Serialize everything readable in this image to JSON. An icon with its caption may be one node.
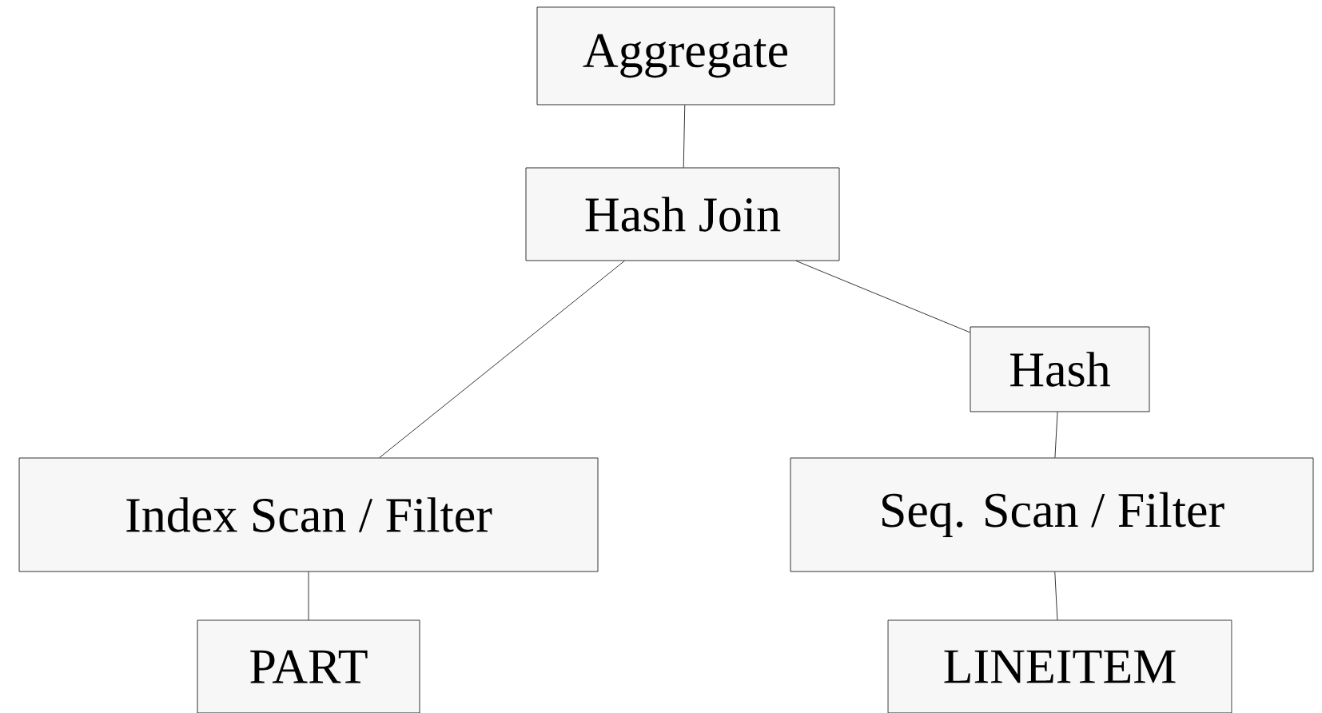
{
  "diagram": {
    "nodes": [
      {
        "text": [
          "Aggregate"
        ]
      },
      {
        "text": [
          "Hash Join"
        ]
      },
      {
        "text": [
          "Hash"
        ]
      },
      {
        "text": [
          "Index Scan / Filter"
        ]
      },
      {
        "text": [
          "Seq. Scan / Filter"
        ]
      },
      {
        "text": [
          "PART"
        ]
      },
      {
        "text": [
          "LINEITEM"
        ]
      }
    ],
    "edges": [
      {
        "from": 0,
        "to": 1,
        "arrow": "none"
      },
      {
        "from": 1,
        "to": 3,
        "arrow": "none"
      },
      {
        "from": 1,
        "to": 2,
        "arrow": "none"
      },
      {
        "from": 2,
        "to": 4,
        "arrow": "none"
      },
      {
        "from": 3,
        "to": 5,
        "arrow": "none"
      },
      {
        "from": 4,
        "to": 6,
        "arrow": "none"
      }
    ]
  }
}
